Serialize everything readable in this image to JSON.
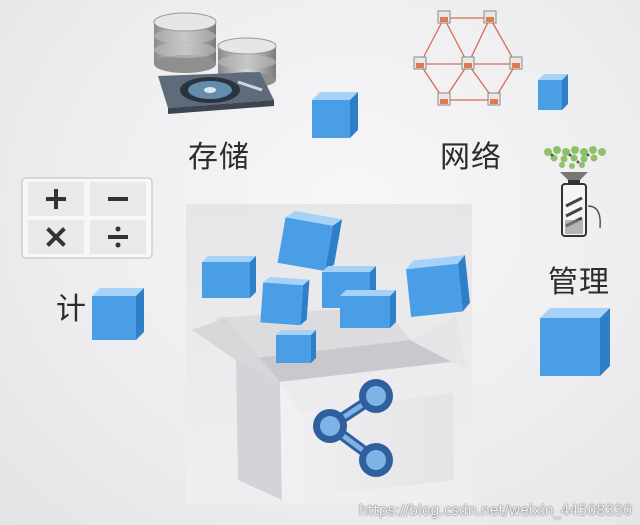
{
  "labels": {
    "storage": "存储",
    "network": "网络",
    "management": "管理",
    "compute": "计"
  },
  "watermark": "https://blog.csdn.net/weixin_44508330",
  "icons": [
    "database-icon",
    "network-icon",
    "calculator-icon",
    "battery-icon",
    "share-icon"
  ],
  "colors": {
    "cube_face": "#4a9ee6",
    "cube_top": "#a6d2f7",
    "cube_side": "#2f7fc8",
    "box_face": "#eeeef0"
  }
}
